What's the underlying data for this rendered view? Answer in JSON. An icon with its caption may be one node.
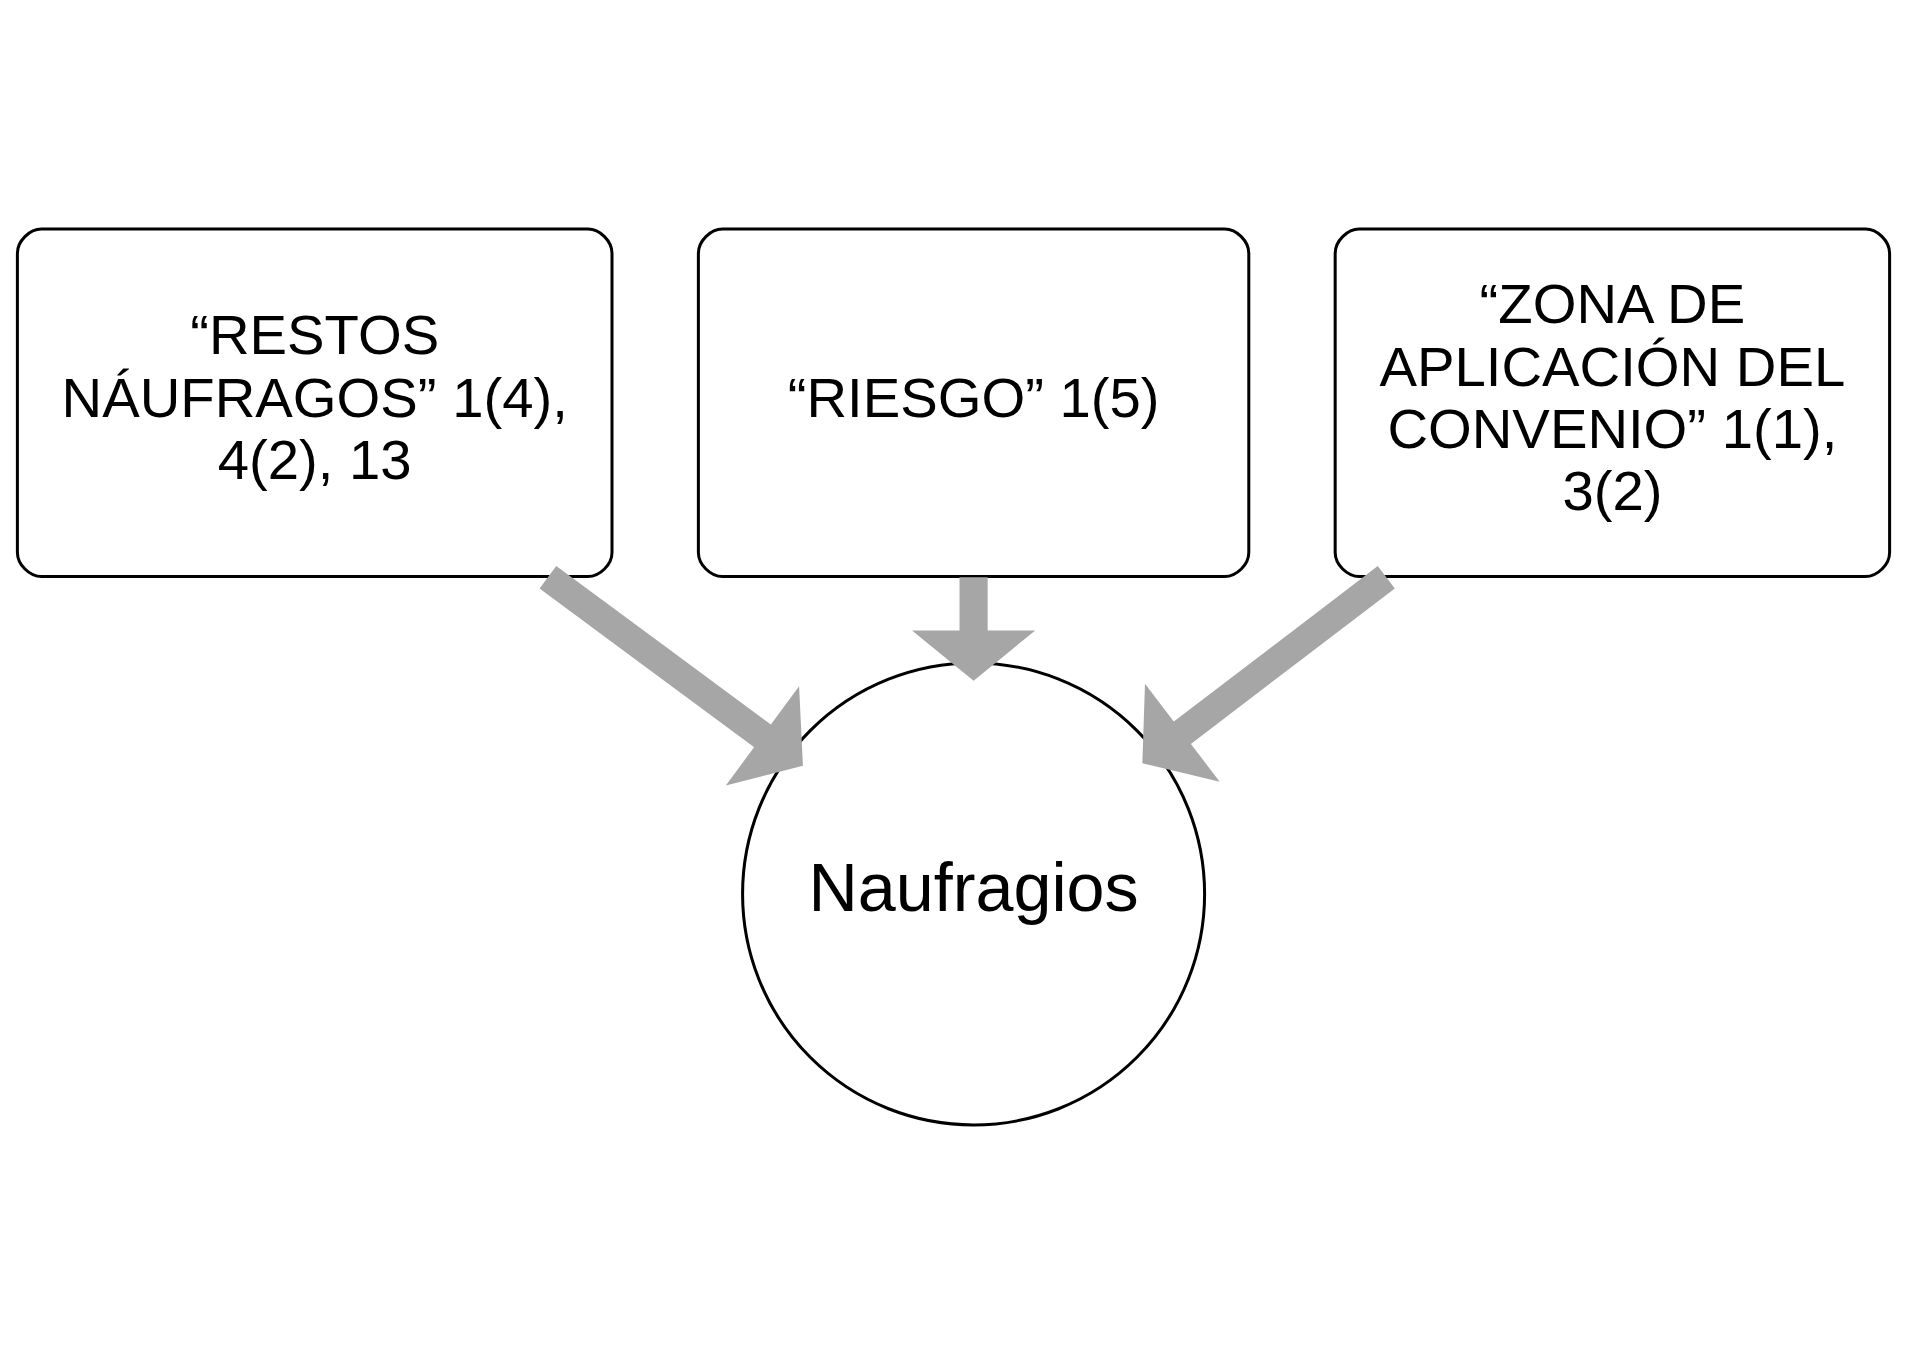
{
  "diagram": {
    "nodes": [
      {
        "text": [
          "“RIESGO” 1(5)"
        ]
      },
      {
        "text": [
          "“RESTOS NÁUFRAGOS” 1(4), 4(2), 13"
        ]
      },
      {
        "text": [
          "“ZONA DE APLICACIÓN DEL CONVENIO” 1(1), 3(2)"
        ]
      },
      {
        "text": [
          "Naufragios"
        ]
      }
    ],
    "edges": [
      {
        "from": 0,
        "to": 3,
        "arrow": "to"
      },
      {
        "from": 1,
        "to": 3,
        "arrow": "to"
      },
      {
        "from": 2,
        "to": 3,
        "arrow": "to"
      }
    ]
  }
}
